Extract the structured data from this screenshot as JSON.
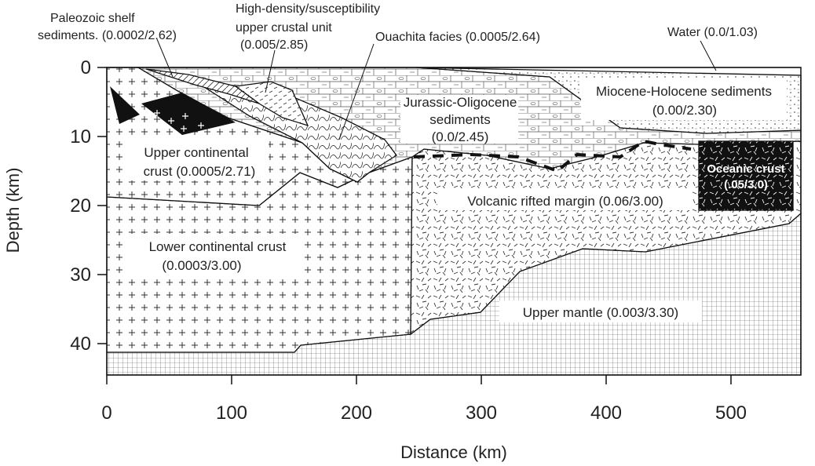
{
  "axes": {
    "x_title": "Distance (km)",
    "y_title": "Depth (km)",
    "x_ticks": [
      "0",
      "100",
      "200",
      "300",
      "400",
      "500"
    ],
    "y_ticks": [
      "0",
      "10",
      "20",
      "30",
      "40"
    ]
  },
  "labels": {
    "paleozoic_1": "Paleozoic shelf",
    "paleozoic_2": "sediments. (0.0002/2.62)",
    "highdensity_1": "High-density/susceptibility",
    "highdensity_2": "upper crustal unit",
    "highdensity_3": "(0.005/2.85)",
    "ouachita": "Ouachita facies (0.0005/2.64)",
    "water": "Water (0.0/1.03)",
    "miocene_1": "Miocene-Holocene sediments",
    "miocene_2": "(0.00/2.30)",
    "jurassic_1": "Jurassic-Oligocene",
    "jurassic_2": "sediments",
    "jurassic_3": "(0.0/2.45)",
    "upper_cc_1": "Upper continental",
    "upper_cc_2": "crust (0.0005/2.71)",
    "volcanic": "Volcanic rifted margin (0.06/3.00)",
    "oceanic_1": "Oceanic crust",
    "oceanic_2": "(.05/3.0)",
    "lower_cc_1": "Lower continental crust",
    "lower_cc_2": "(0.0003/3.00)",
    "mantle": "Upper mantle (0.003/3.30)"
  }
}
